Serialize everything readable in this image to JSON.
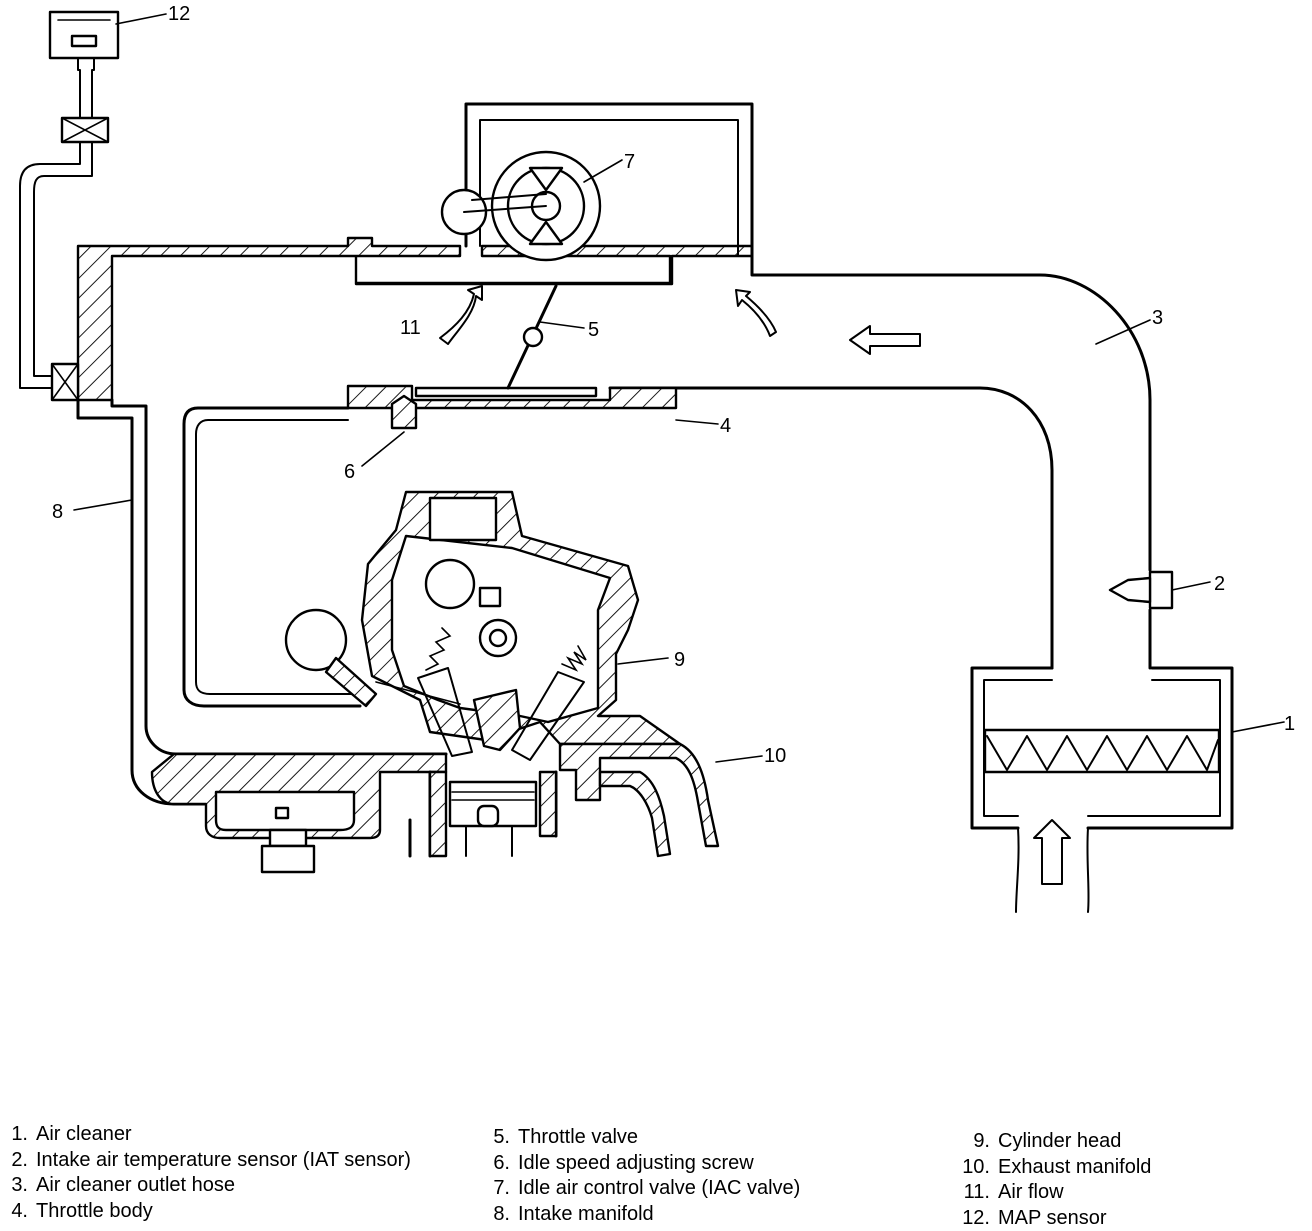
{
  "callouts": {
    "c1": "1",
    "c2": "2",
    "c3": "3",
    "c4": "4",
    "c5": "5",
    "c6": "6",
    "c7": "7",
    "c8": "8",
    "c9": "9",
    "c10": "10",
    "c11": "11",
    "c12": "12"
  },
  "legend": {
    "col1": [
      {
        "num": "1.",
        "label": "Air cleaner"
      },
      {
        "num": "2.",
        "label": "Intake air temperature sensor (IAT sensor)"
      },
      {
        "num": "3.",
        "label": "Air cleaner outlet hose"
      },
      {
        "num": "4.",
        "label": "Throttle body"
      }
    ],
    "col2": [
      {
        "num": "5.",
        "label": "Throttle valve"
      },
      {
        "num": "6.",
        "label": "Idle speed adjusting screw"
      },
      {
        "num": "7.",
        "label": "Idle air control valve (IAC valve)"
      },
      {
        "num": "8.",
        "label": "Intake manifold"
      }
    ],
    "col3": [
      {
        "num": "9.",
        "label": "Cylinder head"
      },
      {
        "num": "10.",
        "label": "Exhaust manifold"
      },
      {
        "num": "11.",
        "label": "Air flow"
      },
      {
        "num": "12.",
        "label": "MAP sensor"
      }
    ]
  }
}
